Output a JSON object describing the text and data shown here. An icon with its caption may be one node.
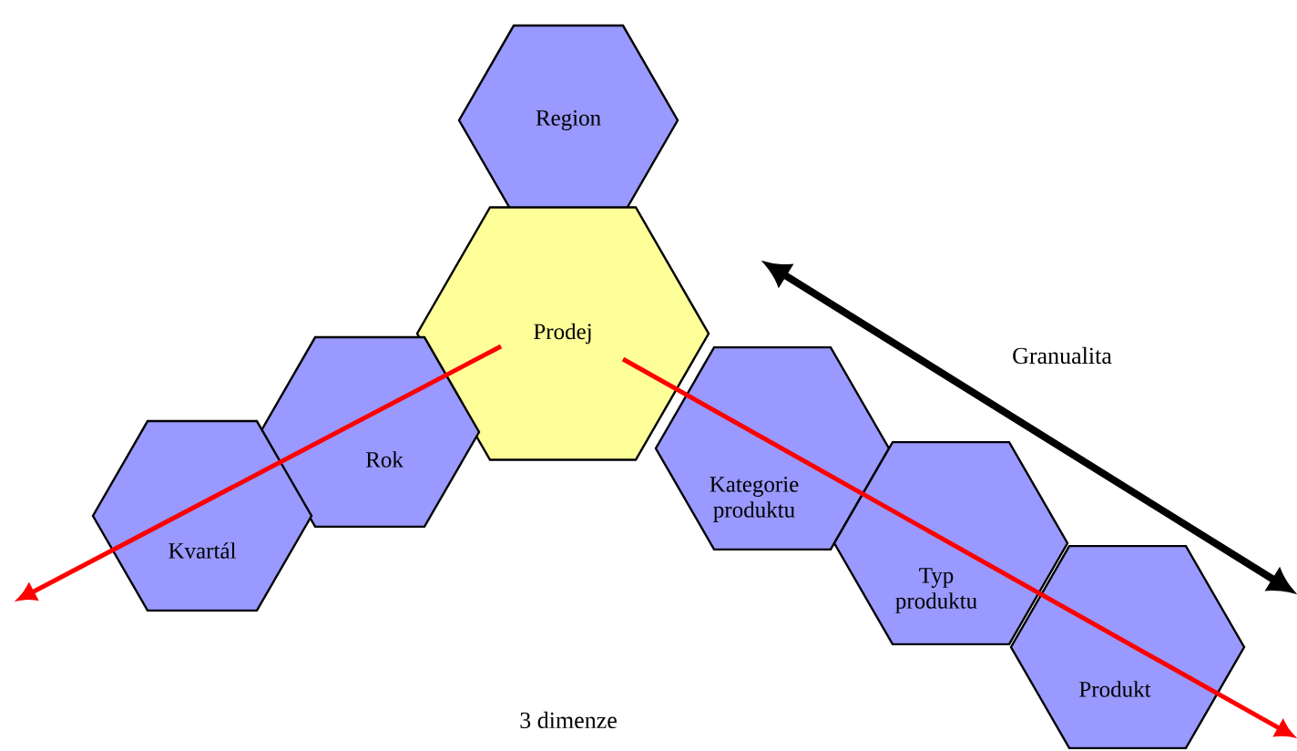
{
  "diagram": {
    "nodes": [
      {
        "text": [
          "Region"
        ]
      },
      {
        "text": [
          "Prodej"
        ]
      },
      {
        "text": [
          "Rok"
        ]
      },
      {
        "text": [
          "Kvartál"
        ]
      },
      {
        "text": [
          "Kategorie produktu"
        ]
      },
      {
        "text": [
          "Typ produktu"
        ]
      },
      {
        "text": [
          "Produkt"
        ]
      }
    ],
    "edges": [
      {
        "from": 1,
        "to": null,
        "arrow": "to",
        "color": "#ff0000"
      },
      {
        "from": 1,
        "to": null,
        "arrow": "to",
        "color": "#ff0000"
      }
    ],
    "labels": [
      "Granualita",
      "3 dimenze"
    ]
  }
}
